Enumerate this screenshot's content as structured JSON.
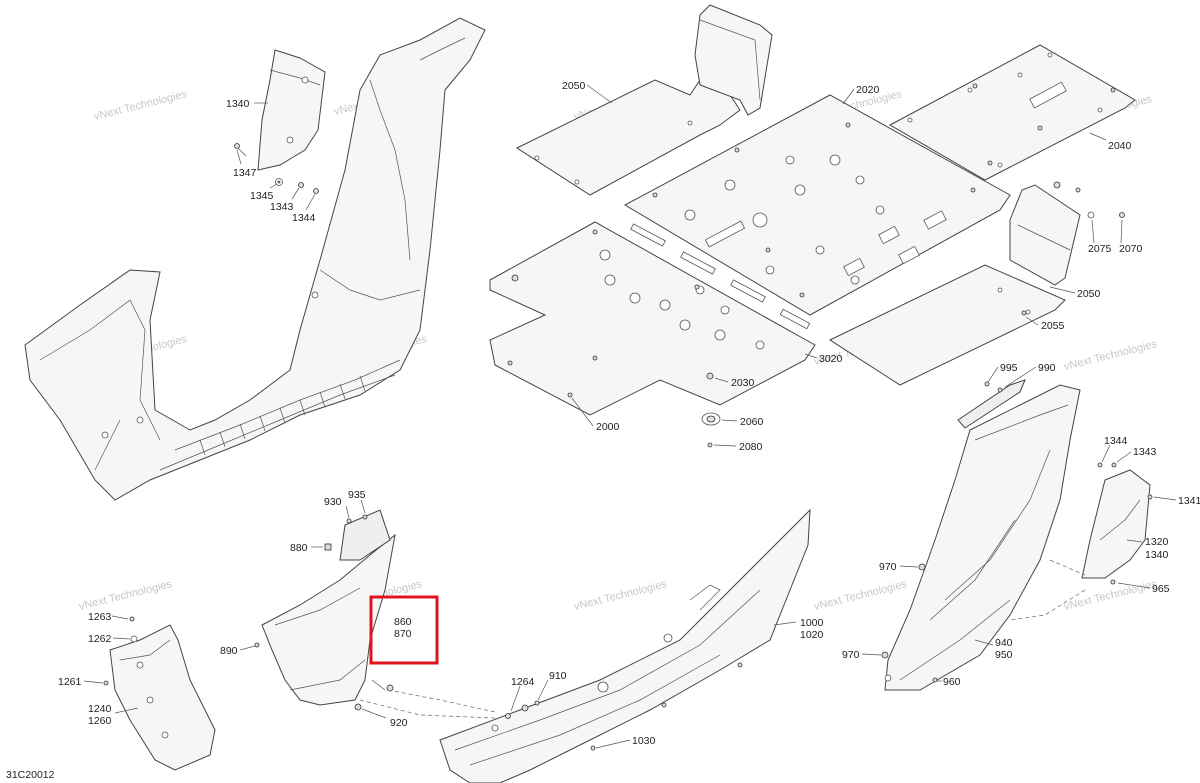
{
  "diagram_code": "31C20012",
  "highlight_labels": [
    "860",
    "870"
  ],
  "highlight_color": "#e0141e",
  "watermark": [
    "vNext",
    "vNext Technologies",
    "Technologies"
  ],
  "callouts": {
    "c1340": "1340",
    "c1347": "1347",
    "c1345": "1345",
    "c1343": "1343",
    "c1344": "1344",
    "c2050a": "2050",
    "c2020": "2020",
    "c2040": "2040",
    "c2075": "2075",
    "c2070": "2070",
    "c2050b": "2050",
    "c2055": "2055",
    "c3020": "3020",
    "c2030": "2030",
    "c2060": "2060",
    "c2080": "2080",
    "c2000": "2000",
    "c995": "995",
    "c990": "990",
    "c1344b": "1344",
    "c1343b": "1343",
    "c1341": "1341",
    "c1320": "1320",
    "c1340b": "1340",
    "c965": "965",
    "c930": "930",
    "c935": "935",
    "c880": "880",
    "c890": "890",
    "c860": "860",
    "c870": "870",
    "c920": "920",
    "c1263": "1263",
    "c1262": "1262",
    "c1261": "1261",
    "c1240": "1240",
    "c1260": "1260",
    "c1264": "1264",
    "c910": "910",
    "c1030": "1030",
    "c1000": "1000",
    "c1020": "1020",
    "c970a": "970",
    "c970b": "970",
    "c940": "940",
    "c950": "950",
    "c960": "960"
  }
}
